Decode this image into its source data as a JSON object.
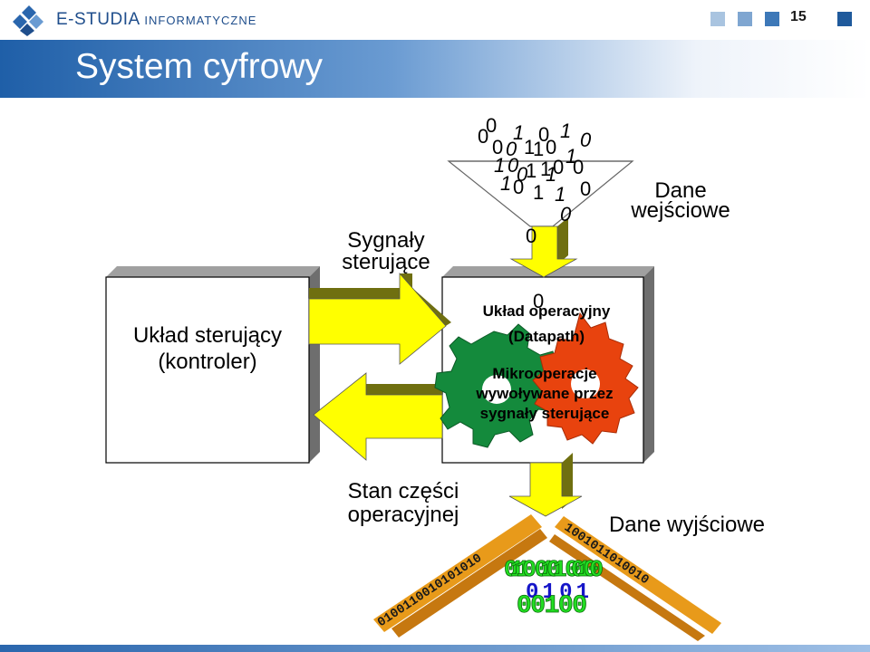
{
  "header": {
    "brand": "E-STUDIA",
    "brand_sub": "INFORMATYCZNE",
    "page_number": "15",
    "square_colors": [
      "#a9c4e0",
      "#7fa6d1",
      "#3d78b8",
      "#1f5a9c"
    ]
  },
  "slide": {
    "title": "System cyfrowy"
  },
  "diagram": {
    "controller_label": "Układ sterujący (kontroler)",
    "control_signals_label": "Sygnały sterujące",
    "input_data_label": "Dane wejściowe",
    "datapath_label": "Układ operacyjny (Datapath)",
    "micro_ops_label": "Mikrooperacje wywoływane przez sygnały sterujące",
    "status_label": "Stan części operacyjnej",
    "output_data_label": "Dane wyjściowe",
    "input_bits": "0 0 1 0 1 0 0 0 1 1 0 1 1 0 1 1 0 0 1 0 1 1 0 0 1 1 0 0",
    "output_stream_left": "0100110010101010",
    "output_stream_middle": "0110 0101 00100",
    "output_stream_right": "1001011010010"
  }
}
